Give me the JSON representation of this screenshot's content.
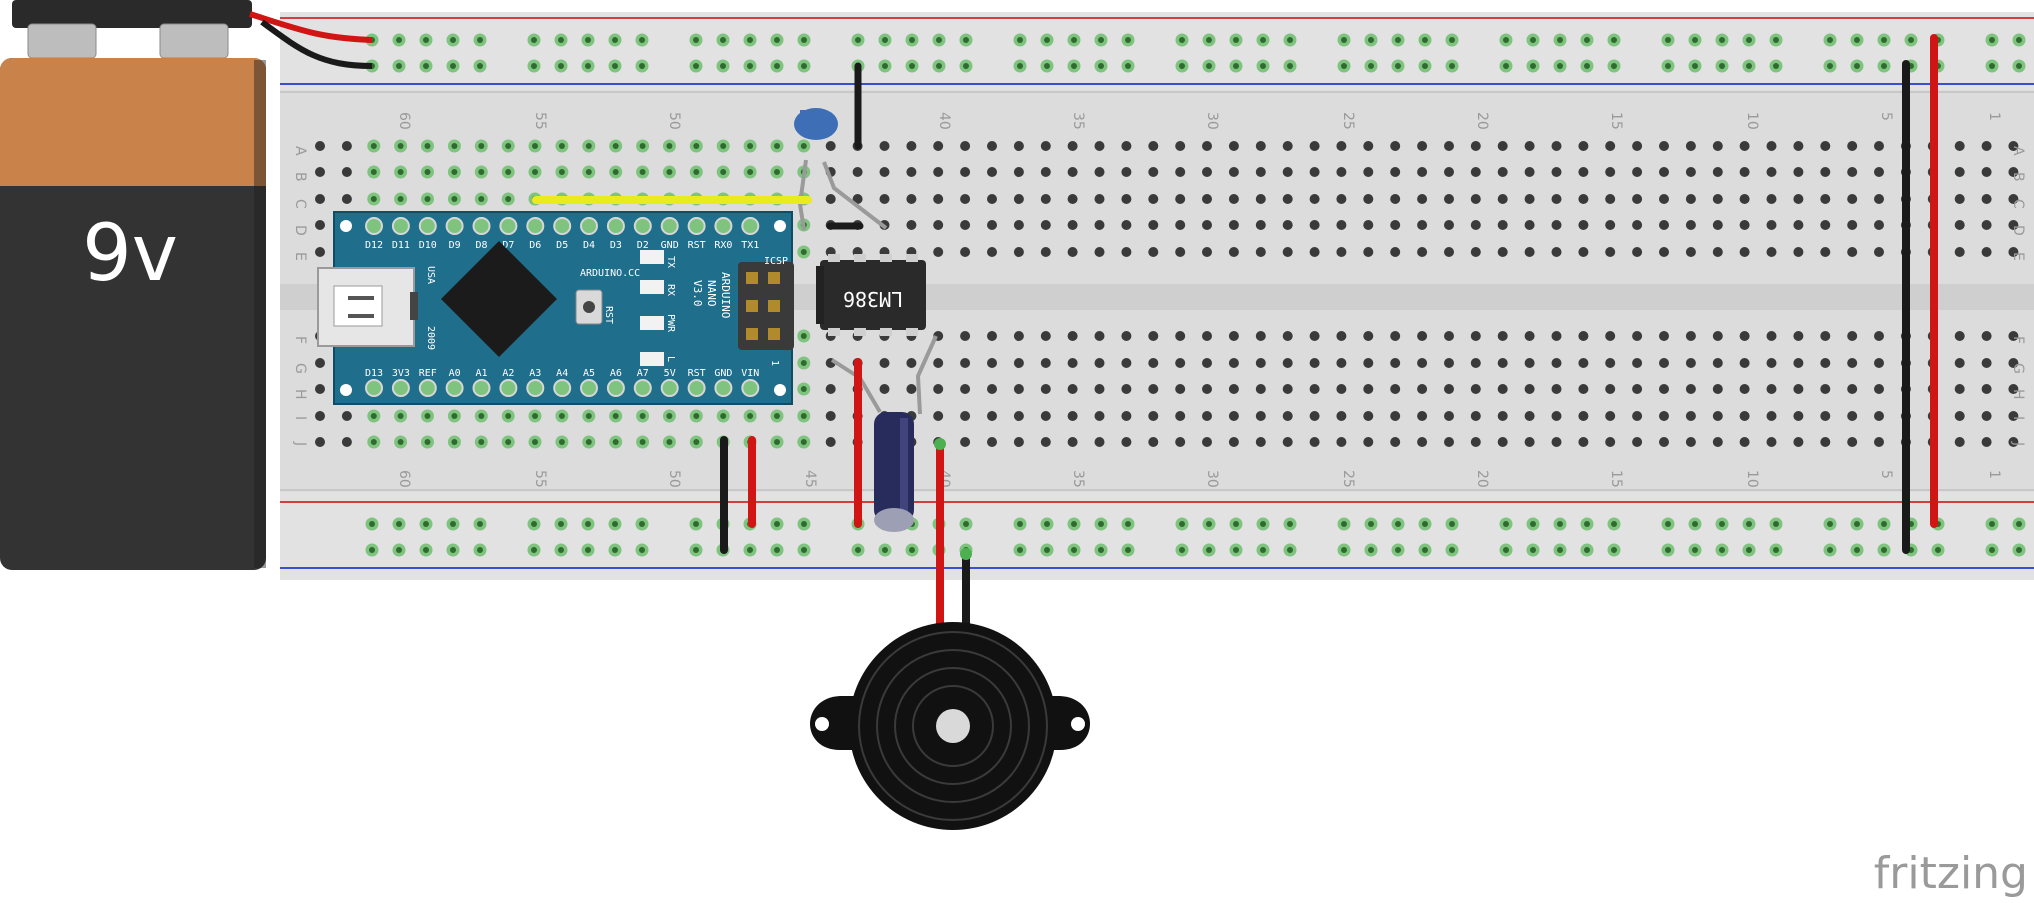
{
  "battery": {
    "label": "9v"
  },
  "breadboard": {
    "column_numbers": [
      "60",
      "55",
      "50",
      "45",
      "40",
      "35",
      "30",
      "25",
      "20",
      "15",
      "10",
      "5",
      "1"
    ],
    "row_letters_top": [
      "A",
      "B",
      "C",
      "D",
      "E"
    ],
    "row_letters_bottom": [
      "F",
      "G",
      "H",
      "I",
      "J"
    ]
  },
  "arduino": {
    "top_pins": [
      "D12",
      "D11",
      "D10",
      "D9",
      "D8",
      "D7",
      "D6",
      "D5",
      "D4",
      "D3",
      "D2",
      "GND",
      "RST",
      "RX0",
      "TX1"
    ],
    "bottom_pins": [
      "D13",
      "3V3",
      "REF",
      "A0",
      "A1",
      "A2",
      "A3",
      "A4",
      "A5",
      "A6",
      "A7",
      "5V",
      "RST",
      "GND",
      "VIN"
    ],
    "site": "ARDUINO.CC",
    "name": "ARDUINO",
    "model": "NANO",
    "version": "V3.0",
    "country": "USA",
    "year": "2009",
    "rst_label": "RST",
    "led_labels": [
      "TX",
      "RX",
      "PWR",
      "L"
    ],
    "icsp": "ICSP",
    "icsp_pin1": "1"
  },
  "ic": {
    "label": "LM386"
  },
  "watermark": "fritzing",
  "colors": {
    "battery_top": "#c9834a",
    "battery_body": "#333333",
    "board": "#1f6e8c",
    "wire_red": "#d11515",
    "wire_black": "#1a1a1a",
    "wire_yellow": "#e8ec1f",
    "rail_red": "#d04040",
    "rail_blue": "#3a4fcf"
  }
}
